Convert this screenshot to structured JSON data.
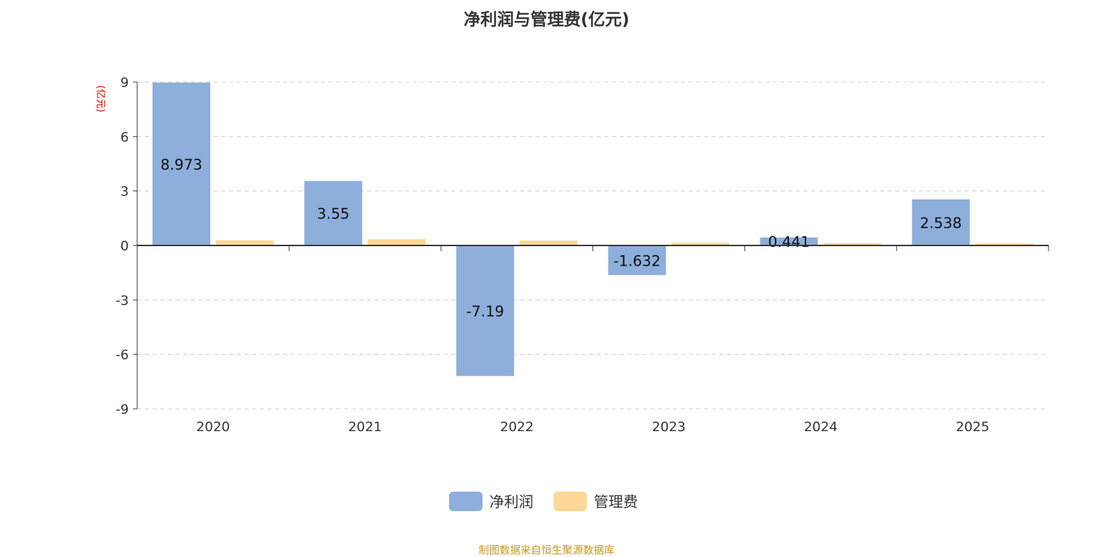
{
  "chart_data": {
    "type": "bar",
    "title": "净利润与管理费(亿元)",
    "ylabel": "(亿元)",
    "xlabel": "",
    "categories": [
      "2020",
      "2021",
      "2022",
      "2023",
      "2024",
      "2025"
    ],
    "series": [
      {
        "name": "净利润",
        "color": "#8eaedb",
        "values": [
          8.973,
          3.55,
          -7.19,
          -1.632,
          0.441,
          2.538
        ],
        "labels": [
          "8.973",
          "3.55",
          "-7.19",
          "-1.632",
          "0.441",
          "2.538"
        ]
      },
      {
        "name": "管理费",
        "color": "#ffd897",
        "values": [
          0.29,
          0.34,
          0.27,
          0.15,
          0.13,
          0.11
        ]
      }
    ],
    "ylim": [
      -9,
      9
    ],
    "yticks": [
      "9",
      "6",
      "3",
      "0",
      "-3",
      "-6",
      "-9"
    ],
    "grid": true,
    "legend": "bottom-center"
  },
  "source": "制图数据来自恒生聚源数据库"
}
